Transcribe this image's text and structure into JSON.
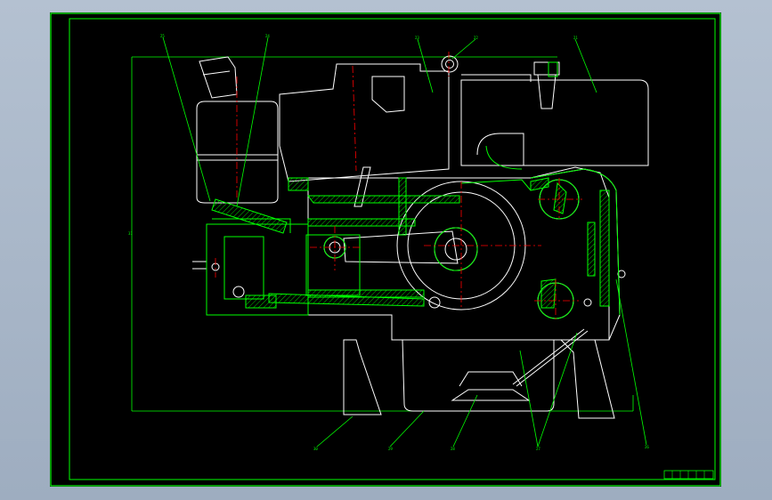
{
  "colors": {
    "background": "#000000",
    "border": "#00ff00",
    "outline": "#ffffff",
    "centerline": "#ff0000",
    "hatch": "#00ff00",
    "dimension": "#00ff00"
  },
  "leader_labels": [
    "25",
    "24",
    "23",
    "22",
    "21",
    "26",
    "27",
    "28",
    "29",
    "30",
    "31"
  ],
  "title_block": {
    "cells": [
      "",
      "",
      "",
      "",
      "",
      ""
    ]
  }
}
